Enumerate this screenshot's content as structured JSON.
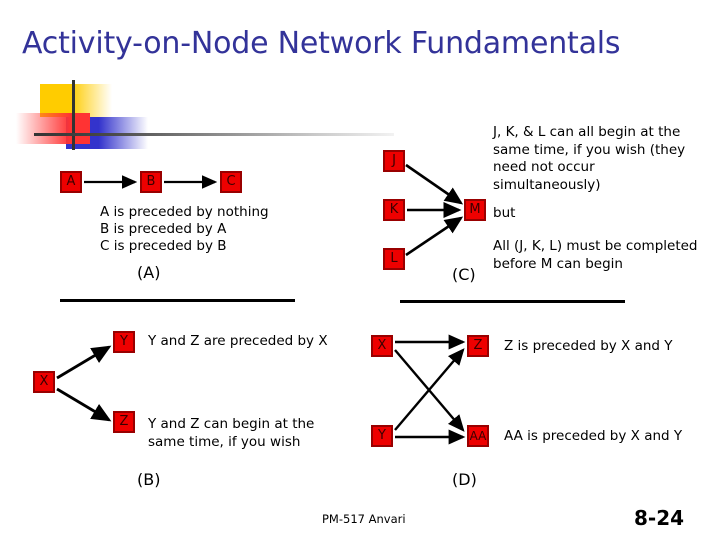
{
  "slide": {
    "title": "Activity-on-Node Network Fundamentals",
    "footer_credit": "PM-517   Anvari",
    "page_number": "8-24",
    "colors": {
      "title": "#333399",
      "node_fill": "#EE0000",
      "node_border": "#990000",
      "deco_yellow": "#FFCC00",
      "deco_blue": "#3333CC",
      "deco_red": "#FF3333",
      "rule": "#000000"
    }
  },
  "sections": {
    "a": {
      "label": "(A)",
      "nodes": [
        {
          "id": "a-node-a",
          "text": "A"
        },
        {
          "id": "a-node-b",
          "text": "B"
        },
        {
          "id": "a-node-c",
          "text": "C"
        }
      ],
      "lines": [
        "A is preceded by nothing",
        "B is preceded by A",
        "C is preceded by B"
      ]
    },
    "b": {
      "label": "(B)",
      "nodes": [
        {
          "id": "b-node-x",
          "text": "X"
        },
        {
          "id": "b-node-y",
          "text": "Y"
        },
        {
          "id": "b-node-z",
          "text": "Z"
        }
      ],
      "note_top": "Y and Z are preceded by X",
      "note_bottom_line1": "Y and Z can begin at the",
      "note_bottom_line2": "same time, if you wish"
    },
    "c": {
      "label": "(C)",
      "nodes": [
        {
          "id": "c-node-j",
          "text": "J"
        },
        {
          "id": "c-node-k",
          "text": "K"
        },
        {
          "id": "c-node-l",
          "text": "L"
        },
        {
          "id": "c-node-m",
          "text": "M"
        }
      ],
      "para1": "J, K, & L can all begin at the same time, if you wish (they need not occur simultaneously)",
      "para2": "but",
      "para3": "All (J, K, L) must be completed before M can begin"
    },
    "d": {
      "label": "(D)",
      "nodes": [
        {
          "id": "d-node-x",
          "text": "X"
        },
        {
          "id": "d-node-z",
          "text": "Z"
        },
        {
          "id": "d-node-y",
          "text": "Y"
        },
        {
          "id": "d-node-aa",
          "text": "AA"
        }
      ],
      "note_top": "Z is preceded by X and Y",
      "note_bottom": "AA is preceded by X and Y"
    }
  }
}
